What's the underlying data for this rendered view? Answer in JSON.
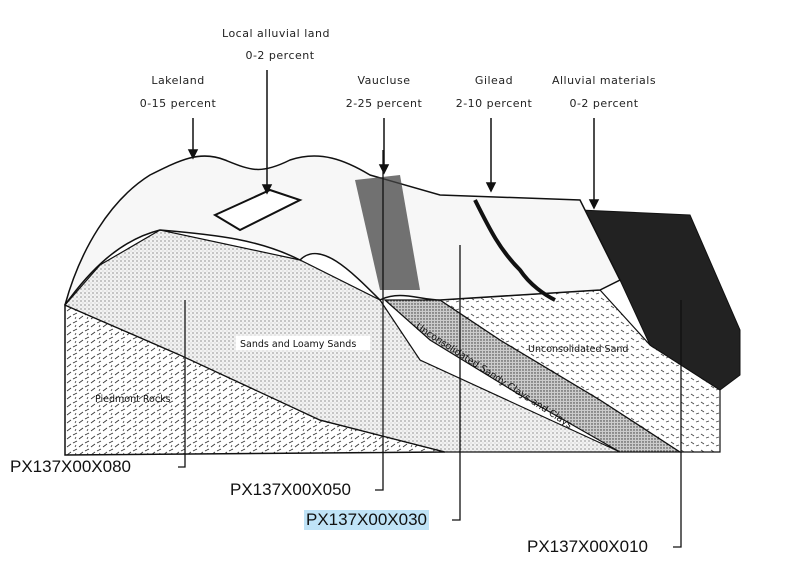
{
  "soil_labels": [
    {
      "name": "Lakeland",
      "slope": "0-15 percent"
    },
    {
      "name": "Local alluvial land",
      "slope": "0-2 percent"
    },
    {
      "name": "Vaucluse",
      "slope": "2-25 percent"
    },
    {
      "name": "Gilead",
      "slope": "2-10 percent"
    },
    {
      "name": "Alluvial materials",
      "slope": "0-2 percent"
    }
  ],
  "layers": {
    "sands": "Sands and Loamy Sands",
    "piedmont": "Piedmont Rocks",
    "sandy_clays": "Unconsolidated Sandy Clays and Clays",
    "unconsolidated_sand": "Unconsolidated Sand"
  },
  "codes": [
    {
      "label": "PX137X00X080",
      "highlighted": false
    },
    {
      "label": "PX137X00X050",
      "highlighted": false
    },
    {
      "label": "PX137X00X030",
      "highlighted": true
    },
    {
      "label": "PX137X00X010",
      "highlighted": false
    }
  ],
  "colors": {
    "highlight": "#bfe3f7"
  }
}
